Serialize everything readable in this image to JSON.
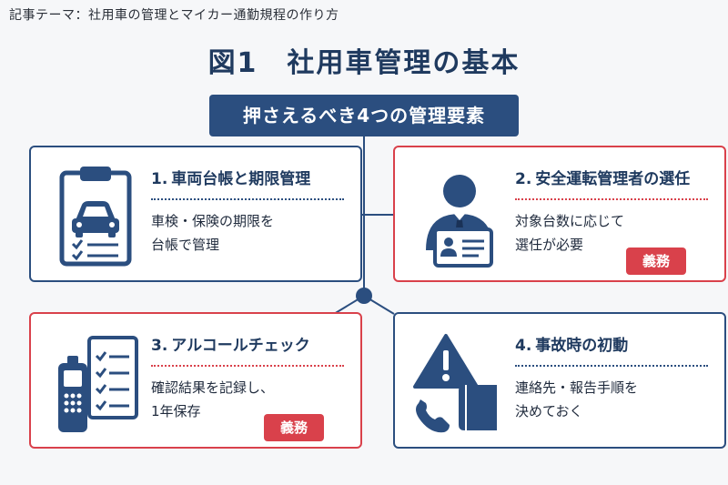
{
  "header": {
    "topic": "記事テーマ：社用車の管理とマイカー通勤規程の作り方",
    "title": "図1　社用車管理の基本"
  },
  "center": {
    "label": "押さえるべき4つの管理要素"
  },
  "cards": [
    {
      "number": "1.",
      "title": "車両台帳と期限管理",
      "desc_lines": [
        "車検・保険の期限を",
        "台帳で管理"
      ],
      "badge": "",
      "style": "blue",
      "icon": "clipboard-car-icon"
    },
    {
      "number": "2.",
      "title": "安全運転管理者の選任",
      "desc_lines": [
        "対象台数に応じて",
        "選任が必要"
      ],
      "badge": "義務",
      "style": "red",
      "icon": "manager-id-card-icon"
    },
    {
      "number": "3.",
      "title": "アルコールチェック",
      "desc_lines": [
        "確認結果を記録し、",
        "1年保存"
      ],
      "badge": "義務",
      "style": "red",
      "icon": "breathalyzer-checklist-icon"
    },
    {
      "number": "4.",
      "title": "事故時の初動",
      "desc_lines": [
        "連絡先・報告手順を",
        "決めておく"
      ],
      "badge": "",
      "style": "blue",
      "icon": "warning-phone-manual-icon"
    }
  ],
  "colors": {
    "navy": "#2b4e7f",
    "red": "#d9414b",
    "title": "#1f3a5f"
  }
}
